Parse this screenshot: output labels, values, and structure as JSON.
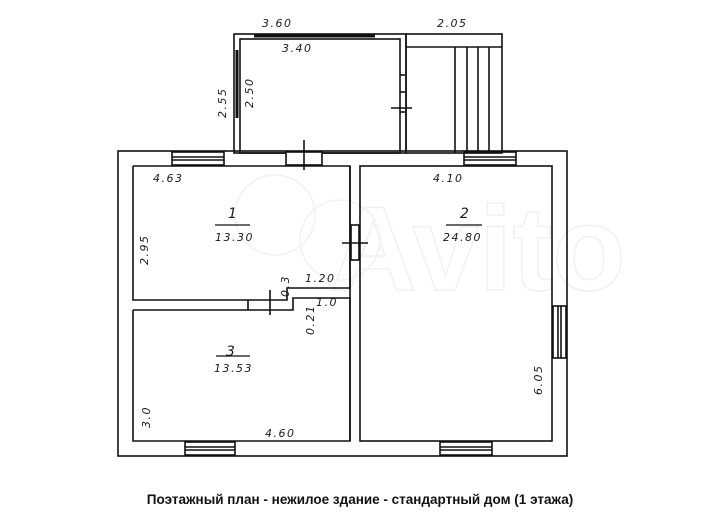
{
  "caption": "Поэтажный план - нежилое здание - стандартный дом (1 этажа)",
  "watermark": "Avito",
  "rooms": [
    {
      "number": "1",
      "area": "13.30"
    },
    {
      "number": "2",
      "area": "24.80"
    },
    {
      "number": "3",
      "area": "13.53"
    }
  ],
  "dimensions": {
    "annex_outer_width": "3.60",
    "annex_inner_width": "3.40",
    "annex_outer_depth": "2.55",
    "annex_inner_depth": "2.50",
    "porch_width": "2.05",
    "room1_width": "4.63",
    "room1_depth": "2.95",
    "room2_width": "4.10",
    "room2_depth": "6.05",
    "room3_width": "4.60",
    "room3_depth": "3.0",
    "hall_width": "1.20",
    "hall_step": "0.3",
    "closet_width": "1.0",
    "closet_depth": "0.21"
  },
  "colors": {
    "line": "#111111",
    "background": "#ffffff"
  }
}
